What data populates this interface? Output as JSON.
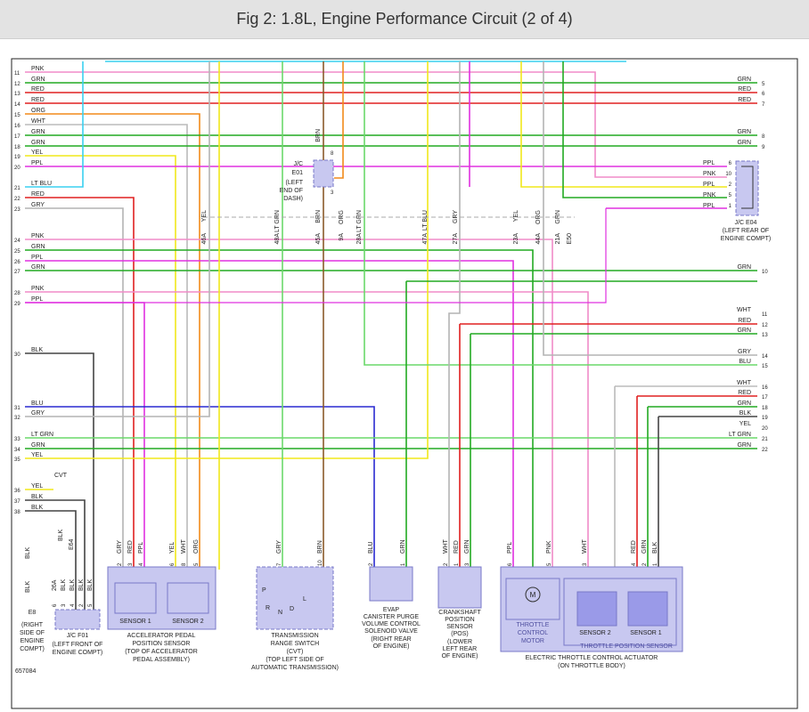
{
  "title": "Fig 2: 1.8L, Engine Performance Circuit (2 of 4)",
  "figure_id": "657084",
  "colors": {
    "PNK": "#f08cc8",
    "GRN": "#22aa22",
    "RED": "#e02020",
    "ORG": "#f28a1a",
    "WHT": "#bbbbbb",
    "YEL": "#f0e81a",
    "PPL": "#e030e0",
    "LT BLU": "#3ad0f0",
    "GRY": "#b4b4b4",
    "BLK": "#444444",
    "BLU": "#2a2ad0",
    "BRN": "#8a5a2a",
    "LT GRN": "#6ad86a",
    "component_fill": "#c8c8f0",
    "component_stroke": "#7878c8"
  },
  "left_wires": [
    {
      "n": "11",
      "c": "PNK"
    },
    {
      "n": "12",
      "c": "GRN"
    },
    {
      "n": "13",
      "c": "RED"
    },
    {
      "n": "14",
      "c": "RED"
    },
    {
      "n": "15",
      "c": "ORG"
    },
    {
      "n": "16",
      "c": "WHT"
    },
    {
      "n": "17",
      "c": "GRN"
    },
    {
      "n": "18",
      "c": "GRN"
    },
    {
      "n": "19",
      "c": "YEL"
    },
    {
      "n": "20",
      "c": "PPL"
    },
    {
      "n": "21",
      "c": "LT BLU"
    },
    {
      "n": "22",
      "c": "RED"
    },
    {
      "n": "23",
      "c": "GRY"
    },
    {
      "n": "24",
      "c": "PNK"
    },
    {
      "n": "25",
      "c": "GRN"
    },
    {
      "n": "26",
      "c": "PPL"
    },
    {
      "n": "27",
      "c": "GRN"
    },
    {
      "n": "28",
      "c": "PNK"
    },
    {
      "n": "29",
      "c": "PPL"
    },
    {
      "n": "30",
      "c": "BLK"
    },
    {
      "n": "31",
      "c": "BLU"
    },
    {
      "n": "32",
      "c": "GRY"
    },
    {
      "n": "33",
      "c": "LT GRN"
    },
    {
      "n": "34",
      "c": "GRN"
    },
    {
      "n": "35",
      "c": "YEL"
    },
    {
      "n": "36",
      "c": "YEL"
    },
    {
      "n": "37",
      "c": "BLK"
    },
    {
      "n": "38",
      "c": "BLK"
    }
  ],
  "right_wires": [
    {
      "n": "5",
      "c": "GRN"
    },
    {
      "n": "6",
      "c": "RED"
    },
    {
      "n": "7",
      "c": "RED"
    },
    {
      "n": "8",
      "c": "GRN"
    },
    {
      "n": "9",
      "c": "GRN"
    },
    {
      "n": "10",
      "c": "GRN"
    },
    {
      "n": "11",
      "c": "WHT"
    },
    {
      "n": "12",
      "c": "RED"
    },
    {
      "n": "13",
      "c": "GRN"
    },
    {
      "n": "14",
      "c": "GRY"
    },
    {
      "n": "15",
      "c": "BLU"
    },
    {
      "n": "16",
      "c": "WHT"
    },
    {
      "n": "17",
      "c": "RED"
    },
    {
      "n": "18",
      "c": "GRN"
    },
    {
      "n": "19",
      "c": "BLK"
    },
    {
      "n": "20",
      "c": "YEL"
    },
    {
      "n": "21",
      "c": "LT GRN"
    },
    {
      "n": "22",
      "c": "GRN"
    }
  ],
  "splice_labels": [
    {
      "t": "46A",
      "c": "YEL"
    },
    {
      "t": "48A",
      "c": "LT GRN"
    },
    {
      "t": "45A",
      "c": "BRN"
    },
    {
      "t": "9A",
      "c": "ORG"
    },
    {
      "t": "28A",
      "c": "LT GRN"
    },
    {
      "t": "47A",
      "c": "LT BLU"
    },
    {
      "t": "27A",
      "c": "GRY"
    },
    {
      "t": "23A",
      "c": "YEL"
    },
    {
      "t": "44A",
      "c": "ORG"
    },
    {
      "t": "21A",
      "c": "GRN"
    },
    {
      "t": "E50",
      "c": ""
    }
  ],
  "e04": {
    "label": "J/C E04",
    "desc": [
      "(LEFT REAR OF",
      "ENGINE COMPT)"
    ],
    "pins": [
      {
        "c": "PPL",
        "n": "6"
      },
      {
        "c": "PNK",
        "n": "10"
      },
      {
        "c": "PPL",
        "n": "2"
      },
      {
        "c": "PNK",
        "n": "5"
      },
      {
        "c": "PPL",
        "n": "1"
      }
    ]
  },
  "e01": {
    "label": "J/C",
    "code": "E01",
    "desc": [
      "(LEFT",
      "END OF",
      "DASH)"
    ],
    "top_pin": "8",
    "bottom_pin": "3",
    "top_wire": "BRN",
    "bottom_wire": "BRN",
    "side_wire": "ORG"
  },
  "f01": {
    "label": "J/C F01",
    "desc": [
      "(LEFT FRONT OF",
      "ENGINE COMPT)"
    ],
    "top_labels": [
      "BLK",
      "E64"
    ],
    "wires": [
      "26A",
      "BLK",
      "BLK",
      "BLK",
      "BLK"
    ],
    "pins": [
      "6",
      "3",
      "4",
      "2",
      "5"
    ],
    "cvt": "CVT"
  },
  "e8": {
    "label": "E8",
    "desc": [
      "(RIGHT",
      "SIDE OF",
      "ENGINE",
      "COMPT)"
    ],
    "wires": [
      "BLK",
      "BLK"
    ]
  },
  "accel": {
    "name": [
      "ACCELERATOR PEDAL",
      "POSITION SENSOR"
    ],
    "loc": [
      "(TOP OF ACCELERATOR",
      "PEDAL ASSEMBLY)"
    ],
    "sensor1": "SENSOR 1",
    "sensor2": "SENSOR 2",
    "pins": [
      {
        "w": "GRY",
        "p": "2"
      },
      {
        "w": "RED",
        "p": "3"
      },
      {
        "w": "PPL",
        "p": "4"
      },
      {
        "w": "YEL",
        "p": "6"
      },
      {
        "w": "WHT",
        "p": "8"
      },
      {
        "w": "ORG",
        "p": "5"
      }
    ]
  },
  "trans": {
    "name": [
      "TRANSMISSION",
      "RANGE SWITCH",
      "(CVT)"
    ],
    "loc": [
      "(TOP LEFT SIDE OF",
      "AUTOMATIC TRANSMISSION)"
    ],
    "pins": [
      {
        "w": "GRY",
        "p": "7"
      },
      {
        "w": "BRN",
        "p": "10"
      }
    ],
    "positions": [
      "P",
      "R",
      "N",
      "D",
      "L"
    ]
  },
  "evap": {
    "name": [
      "EVAP",
      "CANISTER PURGE",
      "VOLUME CONTROL",
      "SOLENOID VALVE"
    ],
    "loc": [
      "(RIGHT REAR",
      "OF ENGINE)"
    ],
    "pins": [
      {
        "w": "BLU",
        "p": "2"
      },
      {
        "w": "GRN",
        "p": "1"
      }
    ]
  },
  "crank": {
    "name": [
      "CRANKSHAFT",
      "POSITION",
      "SENSOR",
      "(POS)"
    ],
    "loc": [
      "(LOWER",
      "LEFT REAR",
      "OF ENGINE)"
    ],
    "pins": [
      {
        "w": "WHT",
        "p": "2"
      },
      {
        "w": "RED",
        "p": "1"
      },
      {
        "w": "GRN",
        "p": "3"
      }
    ]
  },
  "etc": {
    "name": [
      "ELECTRIC THROTTLE CONTROL ACTUATOR",
      "(ON THROTTLE BODY)"
    ],
    "motor": [
      "THROTTLE",
      "CONTROL",
      "MOTOR"
    ],
    "motor_symbol": "M",
    "tps": "THROTTLE POSITION SENSOR",
    "sensor2": "SENSOR 2",
    "sensor1": "SENSOR 1",
    "pins": [
      {
        "w": "PPL",
        "p": "6"
      },
      {
        "w": "PNK",
        "p": "5"
      },
      {
        "w": "WHT",
        "p": "3"
      },
      {
        "w": "RED",
        "p": "4"
      },
      {
        "w": "GRN",
        "p": "2"
      },
      {
        "w": "BLK",
        "p": "1"
      }
    ]
  }
}
